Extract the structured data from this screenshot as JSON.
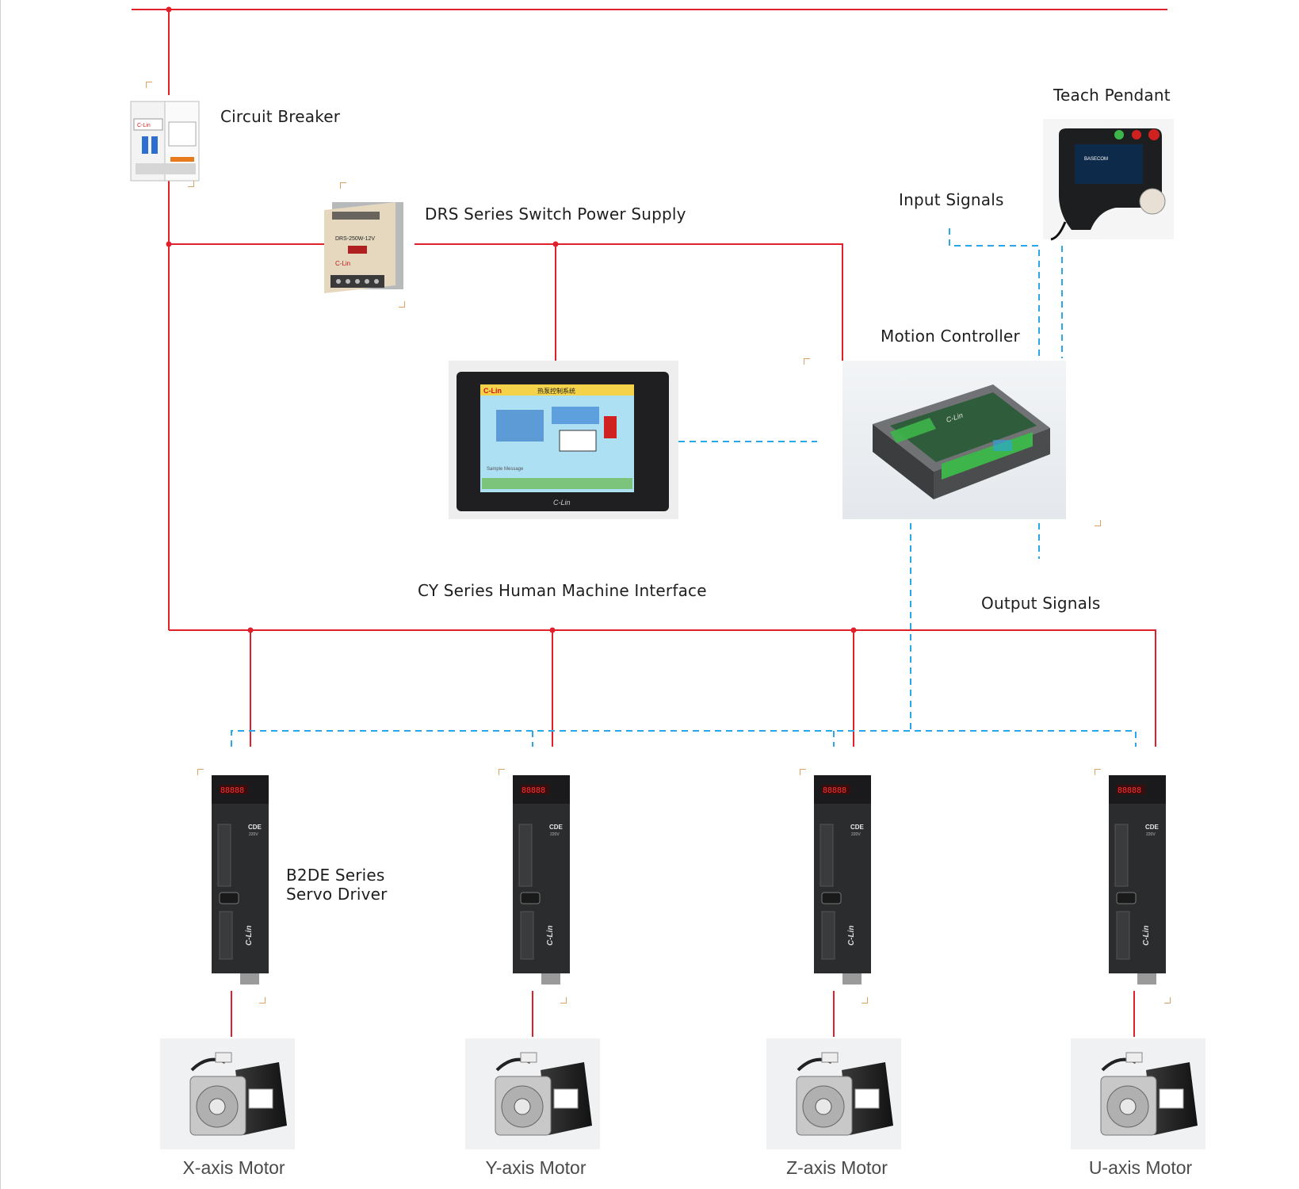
{
  "labels": {
    "circuit_breaker": "Circuit Breaker",
    "power_supply": "DRS Series Switch Power Supply",
    "teach_pendant": "Teach Pendant",
    "input_signals": "Input Signals",
    "motion_controller": "Motion Controller",
    "hmi": "CY Series Human Machine Interface",
    "output_signals": "Output Signals",
    "servo_driver_line1": "B2DE Series",
    "servo_driver_line2": "Servo Driver"
  },
  "device_text": {
    "breaker_brand": "C-Lin",
    "psu_model": "DRS-250W-12V",
    "psu_brand": "C-Lin",
    "hmi_brand": "C-Lin",
    "hmi_screen_title": "热泵控制系统",
    "hmi_sample_message": "Sample Message",
    "controller_brand": "C-Lin",
    "pendant_brand": "BASECOM",
    "driver_model": "CDE",
    "driver_voltage": "220V",
    "driver_brand": "C-Lin",
    "driver_display": "88888"
  },
  "motors": [
    {
      "label": "X-axis Motor"
    },
    {
      "label": "Y-axis Motor"
    },
    {
      "label": "Z-axis Motor"
    },
    {
      "label": "U-axis Motor"
    }
  ],
  "colors": {
    "power_line": "#e0202a",
    "signal_line": "#2aa7e6",
    "device_dark": "#2b2c2e",
    "terminal_green": "#3db54a"
  }
}
